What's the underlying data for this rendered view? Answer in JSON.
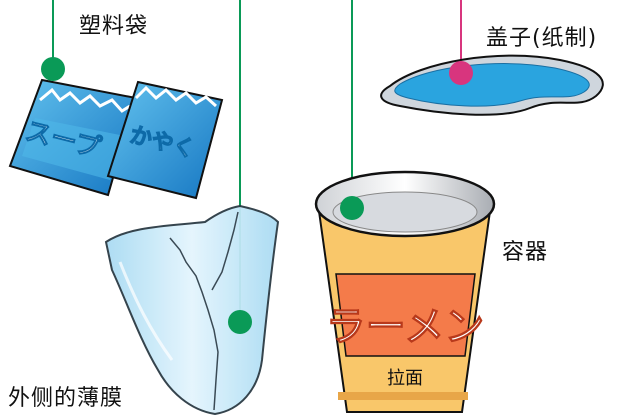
{
  "labels": {
    "plastic_bag": "塑料袋",
    "lid": "盖子(纸制)",
    "container": "容器",
    "outer_film": "外侧的薄膜",
    "cup_main": "ラーメン",
    "cup_sub": "拉面",
    "packet_soup": "スープ",
    "packet_spice": "かやく"
  },
  "colors": {
    "leader_green": "#0a9a57",
    "leader_pink": "#d8357e",
    "lid_blue": "#2aa4df",
    "packet_blue": "#1f8fd6",
    "cup_orange": "#f47b4a",
    "cup_yellow": "#f9c76a",
    "film": "#bfe6f7"
  }
}
